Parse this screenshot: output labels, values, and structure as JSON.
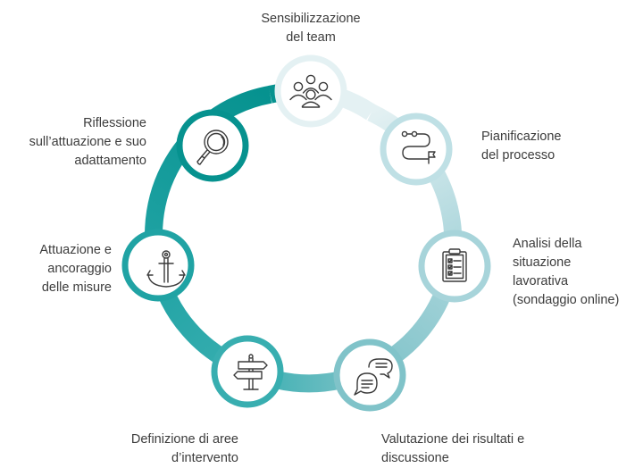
{
  "colors": {
    "ring_start": "#06928f",
    "ring_end": "#e4f1f3",
    "icon_stroke": "#3a3a3a",
    "text": "#3c3c3c"
  },
  "steps": [
    {
      "id": "sensibilizzazione",
      "icon": "team-icon",
      "ring_color": "#e4f1f3",
      "lines": [
        "Sensibilizzazione",
        "del team"
      ]
    },
    {
      "id": "pianificazione",
      "icon": "process-path-icon",
      "ring_color": "#bfe0e5",
      "lines": [
        "Pianificazione",
        "del processo"
      ]
    },
    {
      "id": "analisi",
      "icon": "clipboard-checklist-icon",
      "ring_color": "#a7d4da",
      "lines": [
        "Analisi della",
        "situazione",
        "lavorativa",
        "(sondaggio online)"
      ]
    },
    {
      "id": "valutazione",
      "icon": "chat-bubbles-icon",
      "ring_color": "#80c3c9",
      "lines": [
        "Valutazione dei risultati e",
        "discussione"
      ]
    },
    {
      "id": "definizione",
      "icon": "signpost-icon",
      "ring_color": "#38aeb0",
      "lines": [
        "Definizione di aree",
        "d’intervento"
      ]
    },
    {
      "id": "attuazione",
      "icon": "anchor-icon",
      "ring_color": "#20a3a4",
      "lines": [
        "Attuazione e",
        "ancoraggio",
        "delle misure"
      ]
    },
    {
      "id": "riflessione",
      "icon": "magnifier-icon",
      "ring_color": "#06928f",
      "lines": [
        "Riflessione",
        "sull’attuazione e suo",
        "adattamento"
      ]
    }
  ]
}
